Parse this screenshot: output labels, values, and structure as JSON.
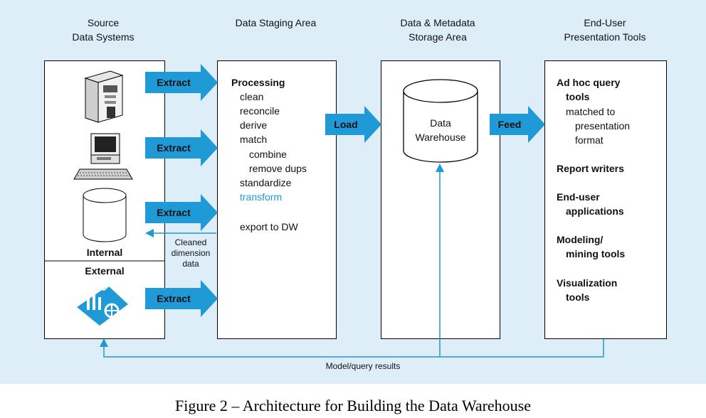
{
  "columns": [
    {
      "heading": "Source\nData Systems"
    },
    {
      "heading": "Data Staging Area"
    },
    {
      "heading": "Data & Metadata\nStorage Area"
    },
    {
      "heading": "End-User\nPresentation Tools"
    }
  ],
  "source": {
    "internal_label": "Internal",
    "external_label": "External"
  },
  "arrows": {
    "extract": "Extract",
    "load": "Load",
    "feed": "Feed"
  },
  "staging": {
    "title": "Processing",
    "steps": [
      "clean",
      "reconcile",
      "derive",
      "match",
      "combine",
      "remove dups",
      "standardize",
      "transform",
      "export to DW"
    ]
  },
  "cleaned_note": [
    "Cleaned",
    "dimension",
    "data"
  ],
  "storage": {
    "db_label_1": "Data",
    "db_label_2": "Warehouse"
  },
  "tools": {
    "adhoc_1": "Ad hoc query",
    "adhoc_2": "tools",
    "adhoc_3": "matched to",
    "adhoc_4": "presentation",
    "adhoc_5": "format",
    "report": "Report writers",
    "enduser_1": "End-user",
    "enduser_2": "applications",
    "modeling_1": "Modeling/",
    "modeling_2": "mining tools",
    "viz_1": "Visualization",
    "viz_2": "tools"
  },
  "feedback_label": "Model/query results",
  "caption": "Figure 2 – Architecture for Building the Data Warehouse",
  "colors": {
    "background": "#ddeef8",
    "arrow": "#1f9ad6",
    "accent": "#1f9ad6"
  },
  "icons": [
    "server-icon",
    "workstation-icon",
    "database-icon",
    "external-data-icon",
    "data-warehouse-cylinder-icon"
  ]
}
